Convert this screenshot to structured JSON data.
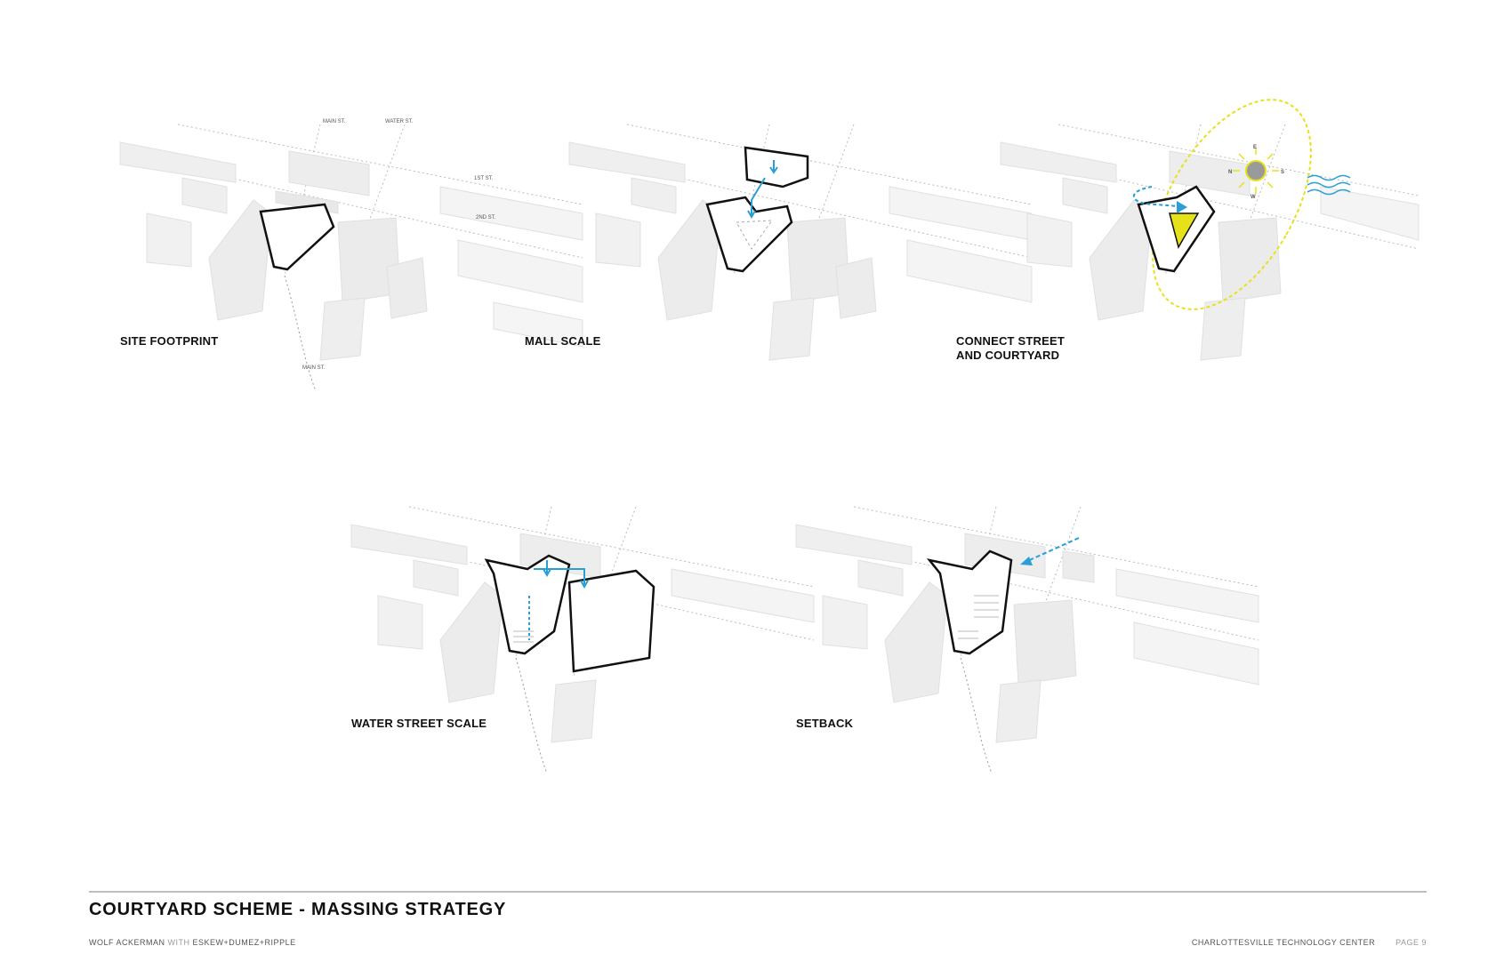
{
  "panels": [
    {
      "label": "SITE FOOTPRINT",
      "streets": [
        "MAIN ST.",
        "WATER ST.",
        "1ST ST.",
        "2ND ST.",
        "MAIN ST."
      ]
    },
    {
      "label": "MALL SCALE"
    },
    {
      "label": "CONNECT STREET\nAND COURTYARD",
      "compass": [
        "E",
        "N",
        "S",
        "W"
      ]
    },
    {
      "label": "WATER STREET SCALE"
    },
    {
      "label": "SETBACK"
    }
  ],
  "footer": {
    "title": "COURTYARD SCHEME - MASSING STRATEGY",
    "firm": "WOLF ACKERMAN",
    "with": "WITH",
    "partner": "ESKEW+DUMEZ+RIPPLE",
    "project": "CHARLOTTESVILLE TECHNOLOGY CENTER",
    "page": "PAGE 9"
  },
  "colors": {
    "accent_blue": "#2a9fd6",
    "sun_yellow": "#e6e21a",
    "sun_gray": "#9a9a9a",
    "rule_gray": "#bfbfbf"
  }
}
